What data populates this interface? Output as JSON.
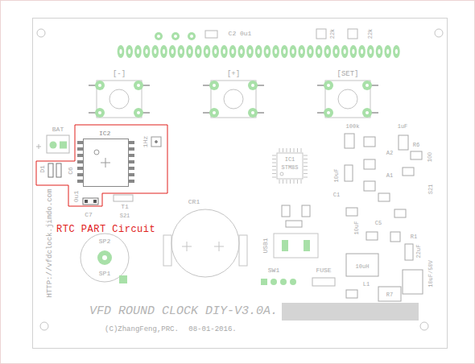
{
  "diagram": {
    "title": "VFD ROUND CLOCK DIY-V3.0A.",
    "nodes": [
      {
        "text": [
          "RTC PART Circuit"
        ]
      },
      {
        "text": [
          "IC2"
        ],
        "in": 0
      }
    ],
    "labels": [
      "C2 0u1",
      "22k",
      "22k",
      "[-]",
      "[+]",
      "[SET]",
      "BAT",
      "1Hz",
      "D1",
      "C6",
      "0u1",
      "C7",
      "T1",
      "S21",
      "CR1",
      "SP2",
      "SP1",
      "HTTP://vfdclock.jimdo.com",
      "IC1",
      "STM8S",
      "100k",
      "1uF",
      "R6",
      "100",
      "A2",
      "A1",
      "10uF",
      "C1",
      "S21",
      "10uF",
      "R1",
      "C5",
      "22uF",
      "L1",
      "10uH",
      "R7",
      "10uF/50V",
      "USB1",
      "SW1",
      "FUSE",
      "(C)ZhangFeng,PRC.",
      "08-01-2016."
    ]
  }
}
